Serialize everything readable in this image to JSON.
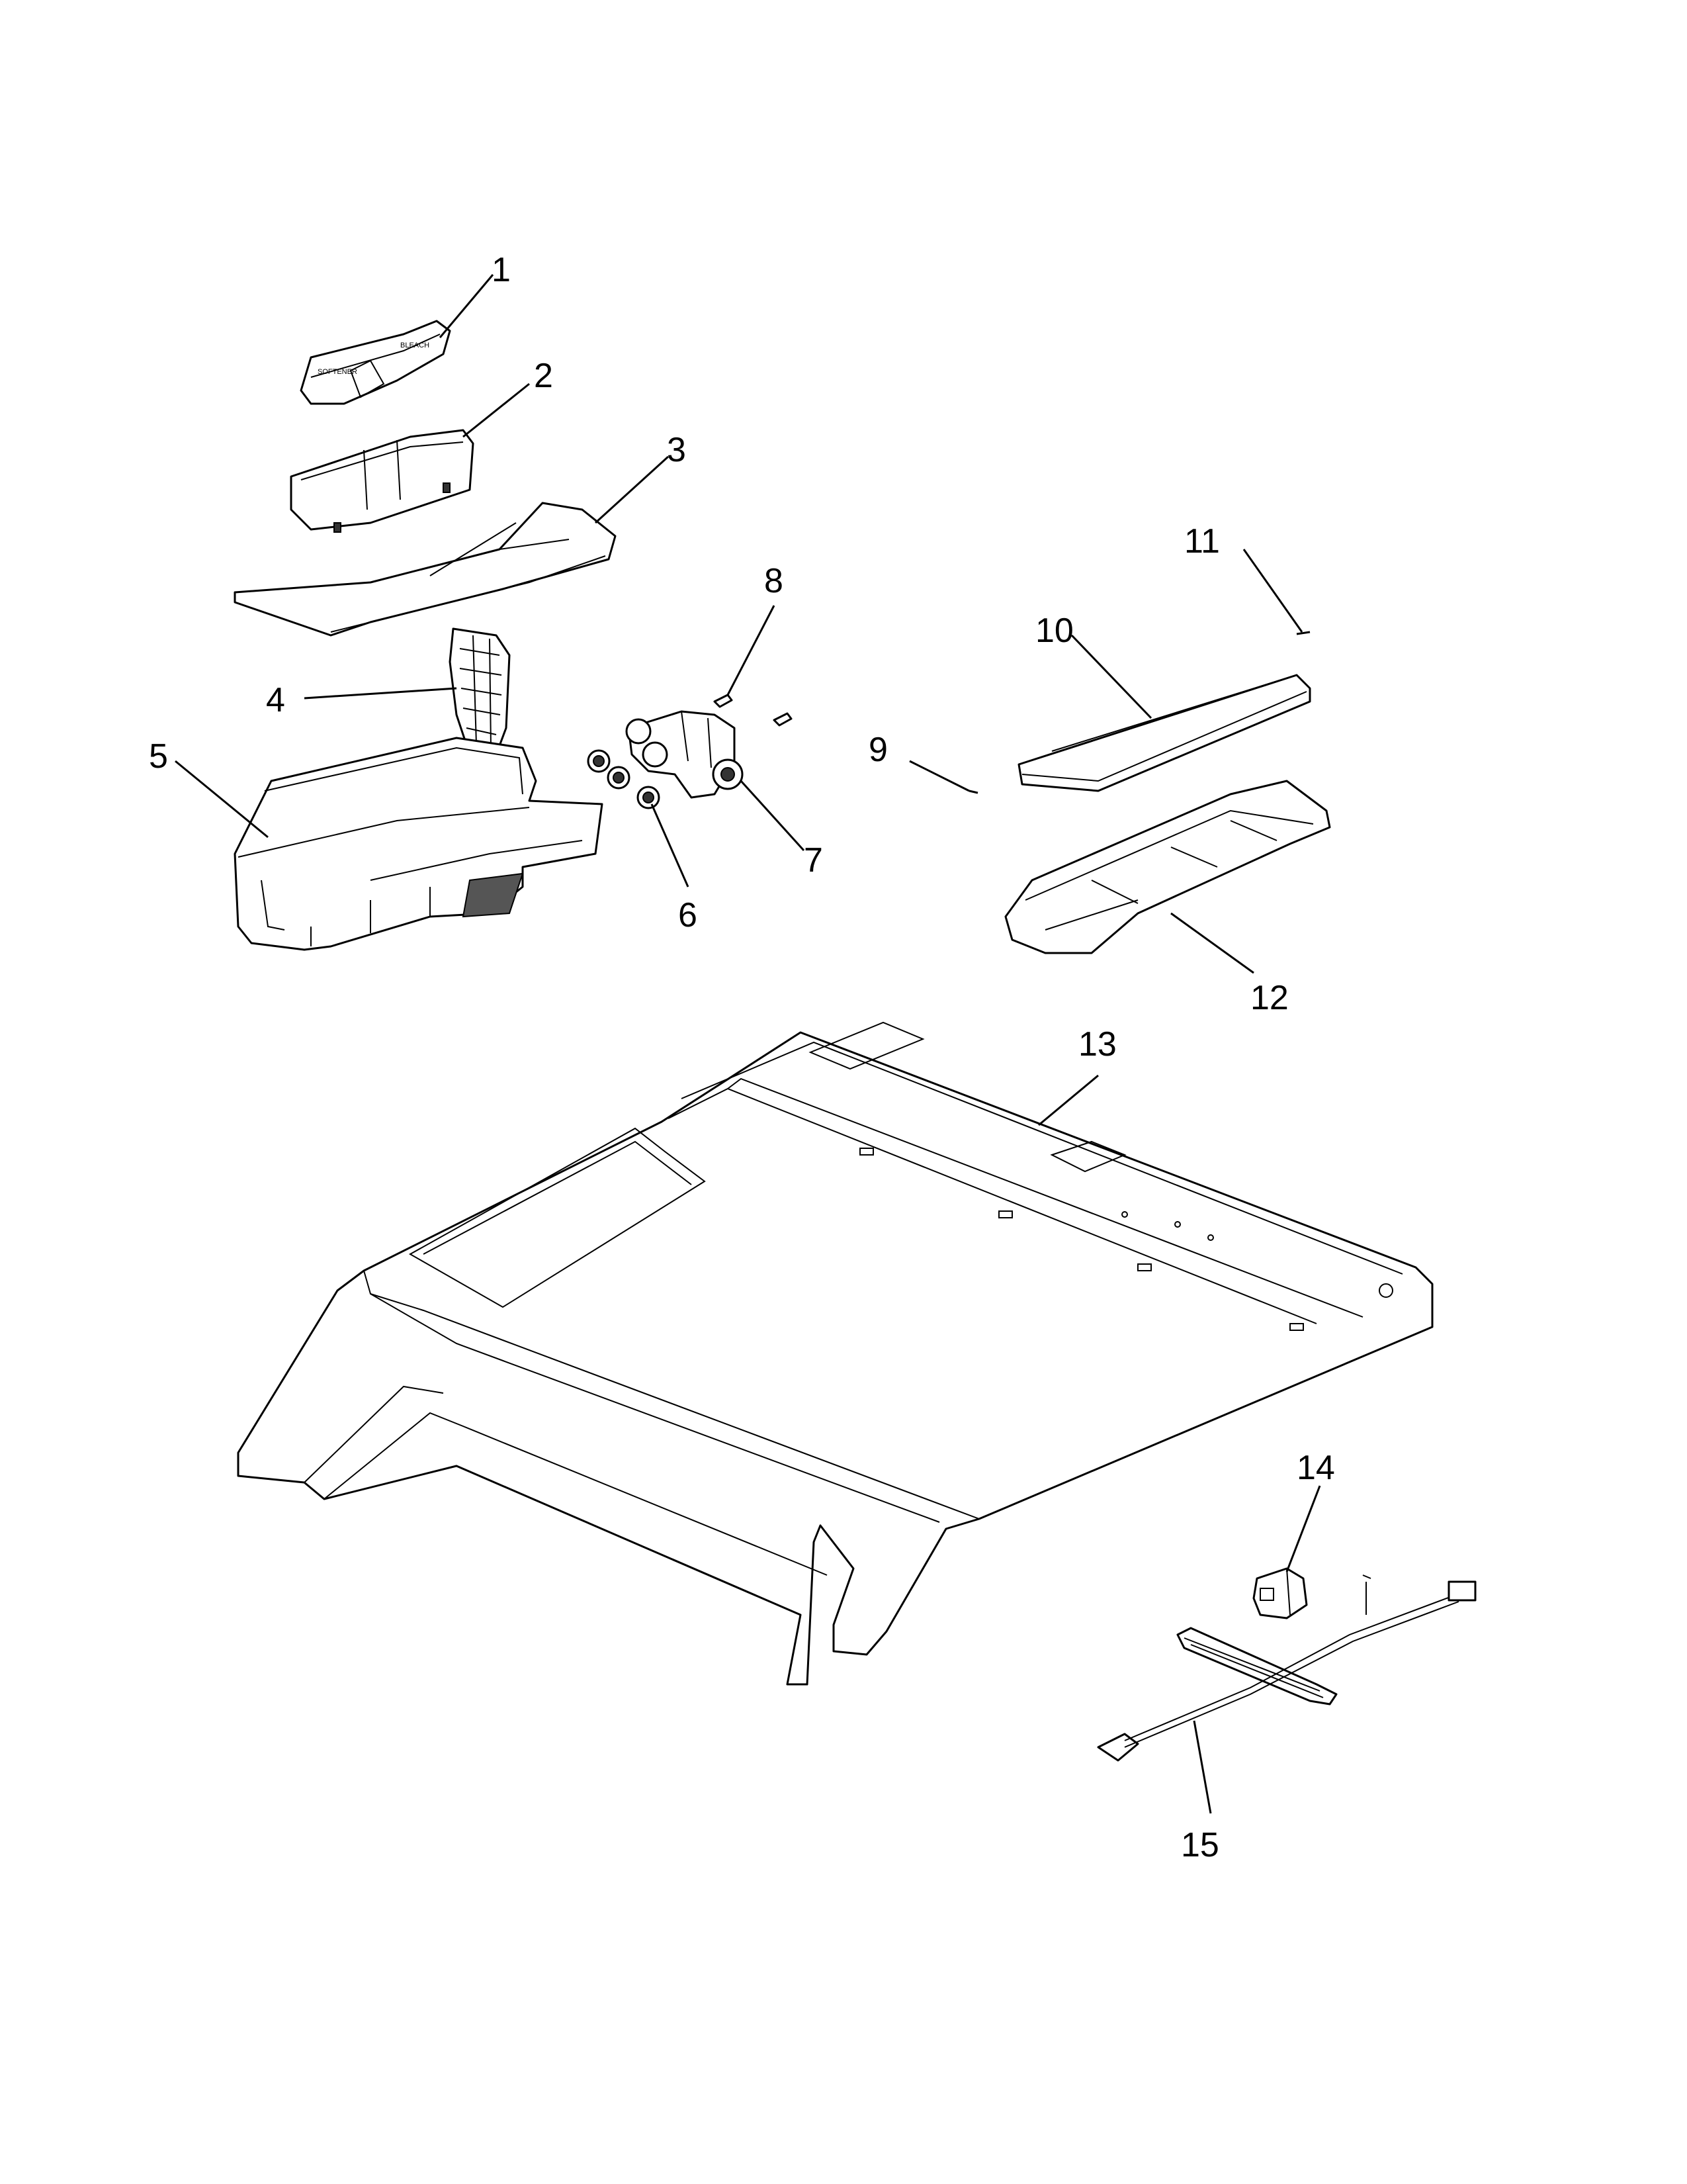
{
  "diagram": {
    "callouts": [
      "1",
      "2",
      "3",
      "4",
      "5",
      "6",
      "7",
      "8",
      "9",
      "10",
      "11",
      "12",
      "13",
      "14",
      "15"
    ],
    "part1_text_a": "SOFTENER",
    "part1_text_b": "BLEACH"
  }
}
